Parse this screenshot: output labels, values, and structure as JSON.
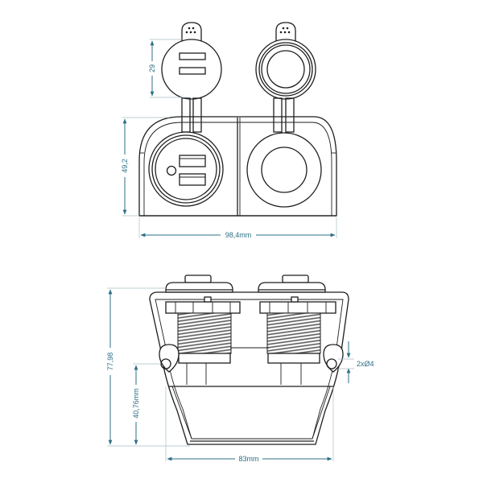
{
  "diagram": {
    "title": "Dual socket panel mount technical drawing (USB + 12V socket)",
    "colors": {
      "line": "#1e1e1e",
      "dimension": "#2e6f86",
      "background": "#ffffff"
    },
    "top_view": {
      "components": [
        "usb-cap",
        "socket-cap",
        "housing",
        "usb-socket",
        "cigarette-socket"
      ],
      "dimensions": {
        "cap_diameter": "29",
        "housing_height": "49,2",
        "housing_width": "98,4mm"
      }
    },
    "side_view": {
      "components": [
        "left-cap",
        "right-cap",
        "frame",
        "left-thread",
        "right-thread",
        "left-mount-hole",
        "right-mount-hole"
      ],
      "dimensions": {
        "total_height": "77,98",
        "lower_height": "40,76mm",
        "width": "83mm",
        "hole": "2xØ4"
      }
    }
  }
}
